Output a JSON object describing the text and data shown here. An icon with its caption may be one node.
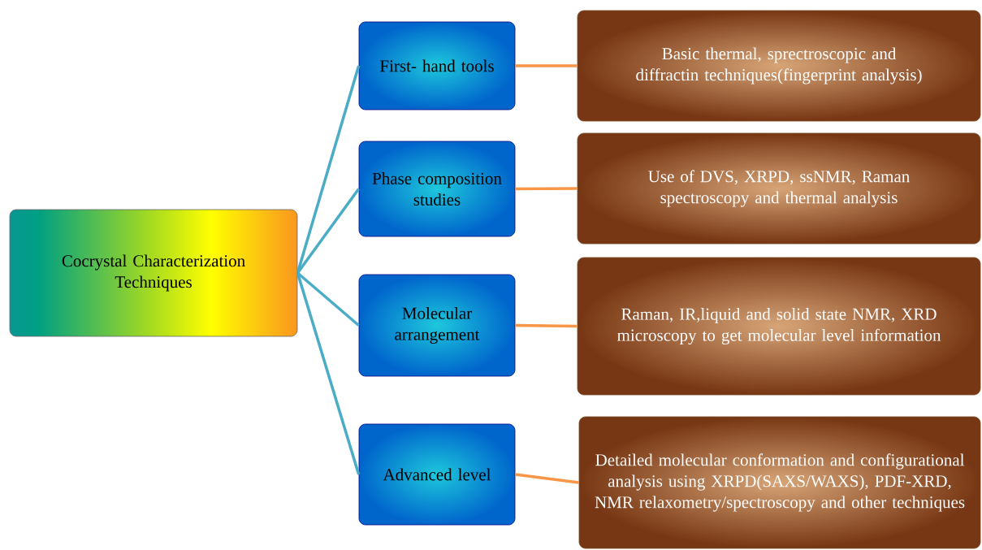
{
  "diagram": {
    "nodes": [
      {
        "text": [
          "Cocrystal Characterization Techniques"
        ]
      },
      {
        "text": [
          "First- hand tools"
        ]
      },
      {
        "text": [
          "Phase composition studies"
        ]
      },
      {
        "text": [
          "Molecular arrangement"
        ]
      },
      {
        "text": [
          "Advanced level"
        ]
      },
      {
        "text": [
          "Basic thermal, sprectroscopic and diffractin techniques(fingerprint analysis)"
        ]
      },
      {
        "text": [
          "Use of DVS, XRPD, ssNMR, Raman spectroscopy and thermal analysis"
        ]
      },
      {
        "text": [
          "Raman, IR,liquid and solid state NMR, XRD microscopy to get molecular level information"
        ]
      },
      {
        "text": [
          "Detailed molecular conformation and configurational analysis using XRPD(SAXS/WAXS), PDF-XRD, NMR relaxometry/spectroscopy and other techniques"
        ]
      }
    ],
    "edges": [
      {
        "from": 0,
        "to": 1,
        "arrow": "none",
        "color": "#4bacc6"
      },
      {
        "from": 0,
        "to": 2,
        "arrow": "none",
        "color": "#4bacc6"
      },
      {
        "from": 0,
        "to": 3,
        "arrow": "none",
        "color": "#4bacc6"
      },
      {
        "from": 0,
        "to": 4,
        "arrow": "none",
        "color": "#4bacc6"
      },
      {
        "from": 1,
        "to": 5,
        "arrow": "none",
        "color": "#f79646"
      },
      {
        "from": 2,
        "to": 6,
        "arrow": "none",
        "color": "#f79646"
      },
      {
        "from": 3,
        "to": 7,
        "arrow": "none",
        "color": "#f79646"
      },
      {
        "from": 4,
        "to": 8,
        "arrow": "none",
        "color": "#f79646"
      }
    ]
  }
}
